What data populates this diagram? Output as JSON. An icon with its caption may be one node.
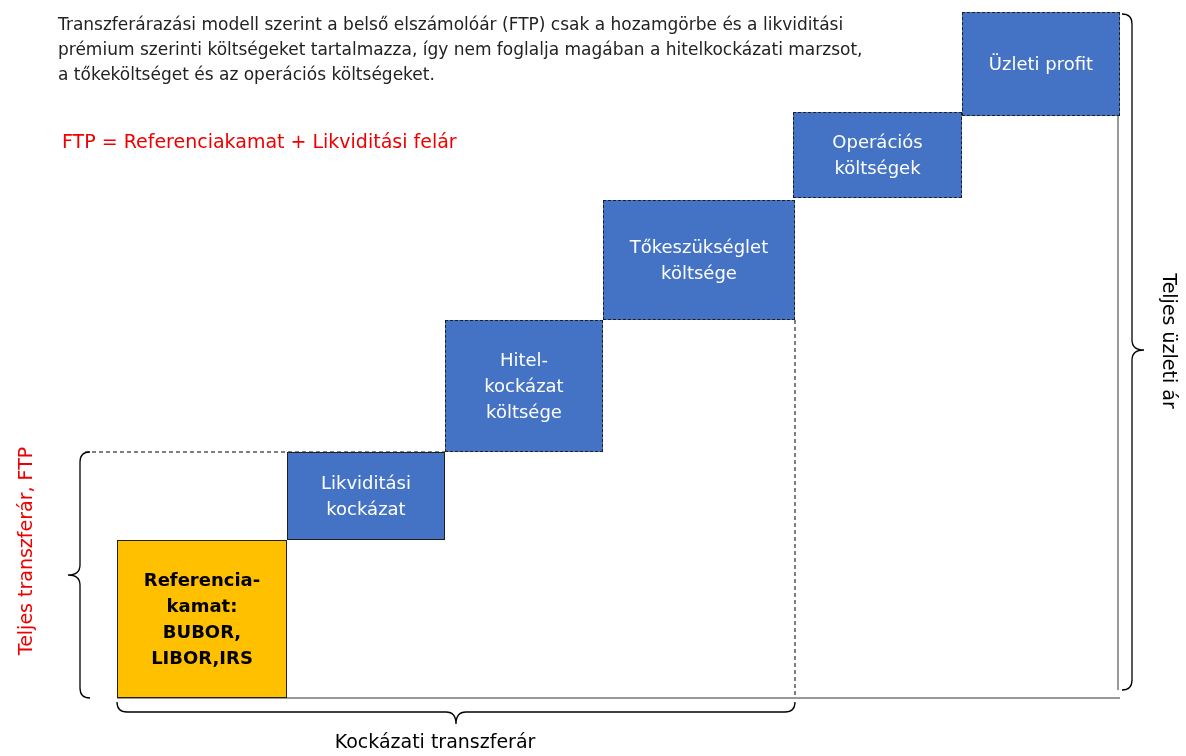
{
  "diagram": {
    "nodes": [
      {
        "text": [
          "Referencia-kamat: BUBOR, LIBOR,IRS"
        ]
      },
      {
        "text": [
          "Likviditási kockázat"
        ]
      },
      {
        "text": [
          "Hitel-kockázat költsége"
        ]
      },
      {
        "text": [
          "Tőkeszükséglet költsége"
        ]
      },
      {
        "text": [
          "Operációs költségek"
        ]
      },
      {
        "text": [
          "Üzleti profit"
        ]
      }
    ],
    "labels": [
      "Transzferárazási modell szerint a belső elszámolóár (FTP) csak a hozamgörbe és a likviditási prémium szerinti költségeket tartalmazza, így nem foglalja magában a hitelkockázati marzsot, a tőkeköltséget és az operációs költségeket.",
      "FTP = Referenciakamat + Likviditási felár",
      "Teljes üzleti ár",
      "Teljes transzferár, FTP",
      "Kockázati transzferár"
    ]
  }
}
